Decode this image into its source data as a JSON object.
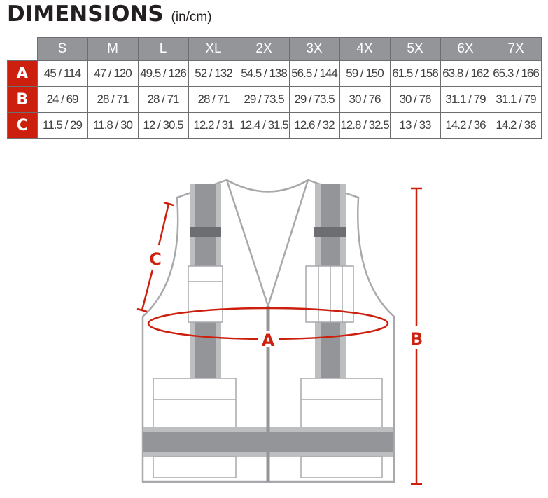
{
  "title": "DIMENSIONS",
  "unit": "(in/cm)",
  "table": {
    "sizes": [
      "S",
      "M",
      "L",
      "XL",
      "2X",
      "3X",
      "4X",
      "5X",
      "6X",
      "7X"
    ],
    "rows": [
      {
        "label": "A",
        "values": [
          "45 / 114",
          "47 / 120",
          "49.5 / 126",
          "52 / 132",
          "54.5 / 138",
          "56.5 / 144",
          "59 / 150",
          "61.5 / 156",
          "63.8 / 162",
          "65.3 / 166"
        ]
      },
      {
        "label": "B",
        "values": [
          "24 / 69",
          "28 / 71",
          "28 / 71",
          "28 / 71",
          "29 / 73.5",
          "29 / 73.5",
          "30 / 76",
          "30 / 76",
          "31.1 / 79",
          "31.1 / 79"
        ]
      },
      {
        "label": "C",
        "values": [
          "11.5 / 29",
          "11.8 / 30",
          "12 / 30.5",
          "12.2 / 31",
          "12.4 / 31.5",
          "12.6 / 32",
          "12.8 / 32.5",
          "13 / 33",
          "14.2 / 36",
          "14.2 / 36"
        ]
      }
    ]
  },
  "diagram": {
    "label_a": "A",
    "label_b": "B",
    "label_c": "C"
  },
  "colors": {
    "accent": "#cc1f0e",
    "header": "#939598"
  }
}
